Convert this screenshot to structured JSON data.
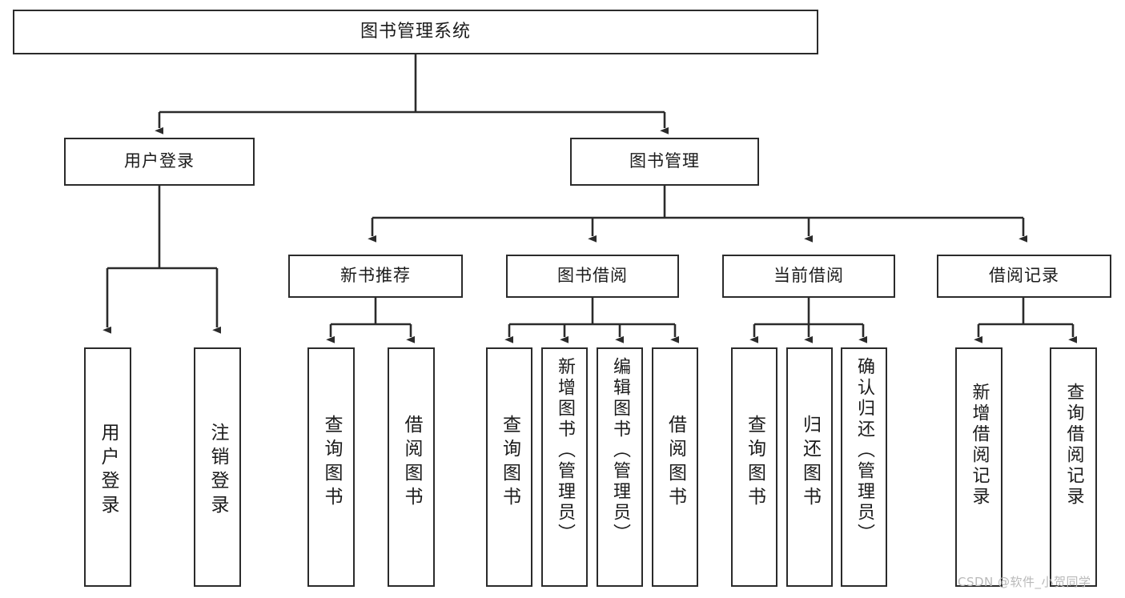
{
  "diagram": {
    "title": "图书管理系统",
    "type": "tree-hierarchy",
    "root": {
      "id": "root",
      "label": "图书管理系统"
    },
    "level2": [
      {
        "id": "user-login",
        "label": "用户登录"
      },
      {
        "id": "book-manage",
        "label": "图书管理"
      }
    ],
    "level3": [
      {
        "id": "new-book-rec",
        "label": "新书推荐",
        "parent": "book-manage"
      },
      {
        "id": "book-borrow",
        "label": "图书借阅",
        "parent": "book-manage"
      },
      {
        "id": "current-borrow",
        "label": "当前借阅",
        "parent": "book-manage"
      },
      {
        "id": "borrow-record",
        "label": "借阅记录",
        "parent": "book-manage"
      }
    ],
    "leaves": [
      {
        "id": "leaf-user-login",
        "label": "用户登录",
        "parent": "user-login"
      },
      {
        "id": "leaf-logout-login",
        "label": "注销登录",
        "parent": "user-login"
      },
      {
        "id": "leaf-query-book-1",
        "label": "查询图书",
        "parent": "new-book-rec"
      },
      {
        "id": "leaf-borrow-book-1",
        "label": "借阅图书",
        "parent": "new-book-rec"
      },
      {
        "id": "leaf-query-book-2",
        "label": "查询图书",
        "parent": "book-borrow"
      },
      {
        "id": "leaf-add-book",
        "label": "新增图书（管理员）",
        "parent": "book-borrow"
      },
      {
        "id": "leaf-edit-book",
        "label": "编辑图书（管理员）",
        "parent": "book-borrow"
      },
      {
        "id": "leaf-borrow-book-2",
        "label": "借阅图书",
        "parent": "book-borrow"
      },
      {
        "id": "leaf-query-book-3",
        "label": "查询图书",
        "parent": "current-borrow"
      },
      {
        "id": "leaf-return-book",
        "label": "归还图书",
        "parent": "current-borrow"
      },
      {
        "id": "leaf-confirm-return",
        "label": "确认归还（管理员）",
        "parent": "current-borrow"
      },
      {
        "id": "leaf-add-record",
        "label": "新增借阅记录",
        "parent": "borrow-record"
      },
      {
        "id": "leaf-query-record",
        "label": "查询借阅记录",
        "parent": "borrow-record"
      }
    ],
    "watermark": "CSDN @软件_小贺同学",
    "colors": {
      "stroke": "#2b2b2b",
      "background": "#ffffff",
      "text": "#1b1b1b",
      "watermark": "#b9b9b9"
    }
  }
}
